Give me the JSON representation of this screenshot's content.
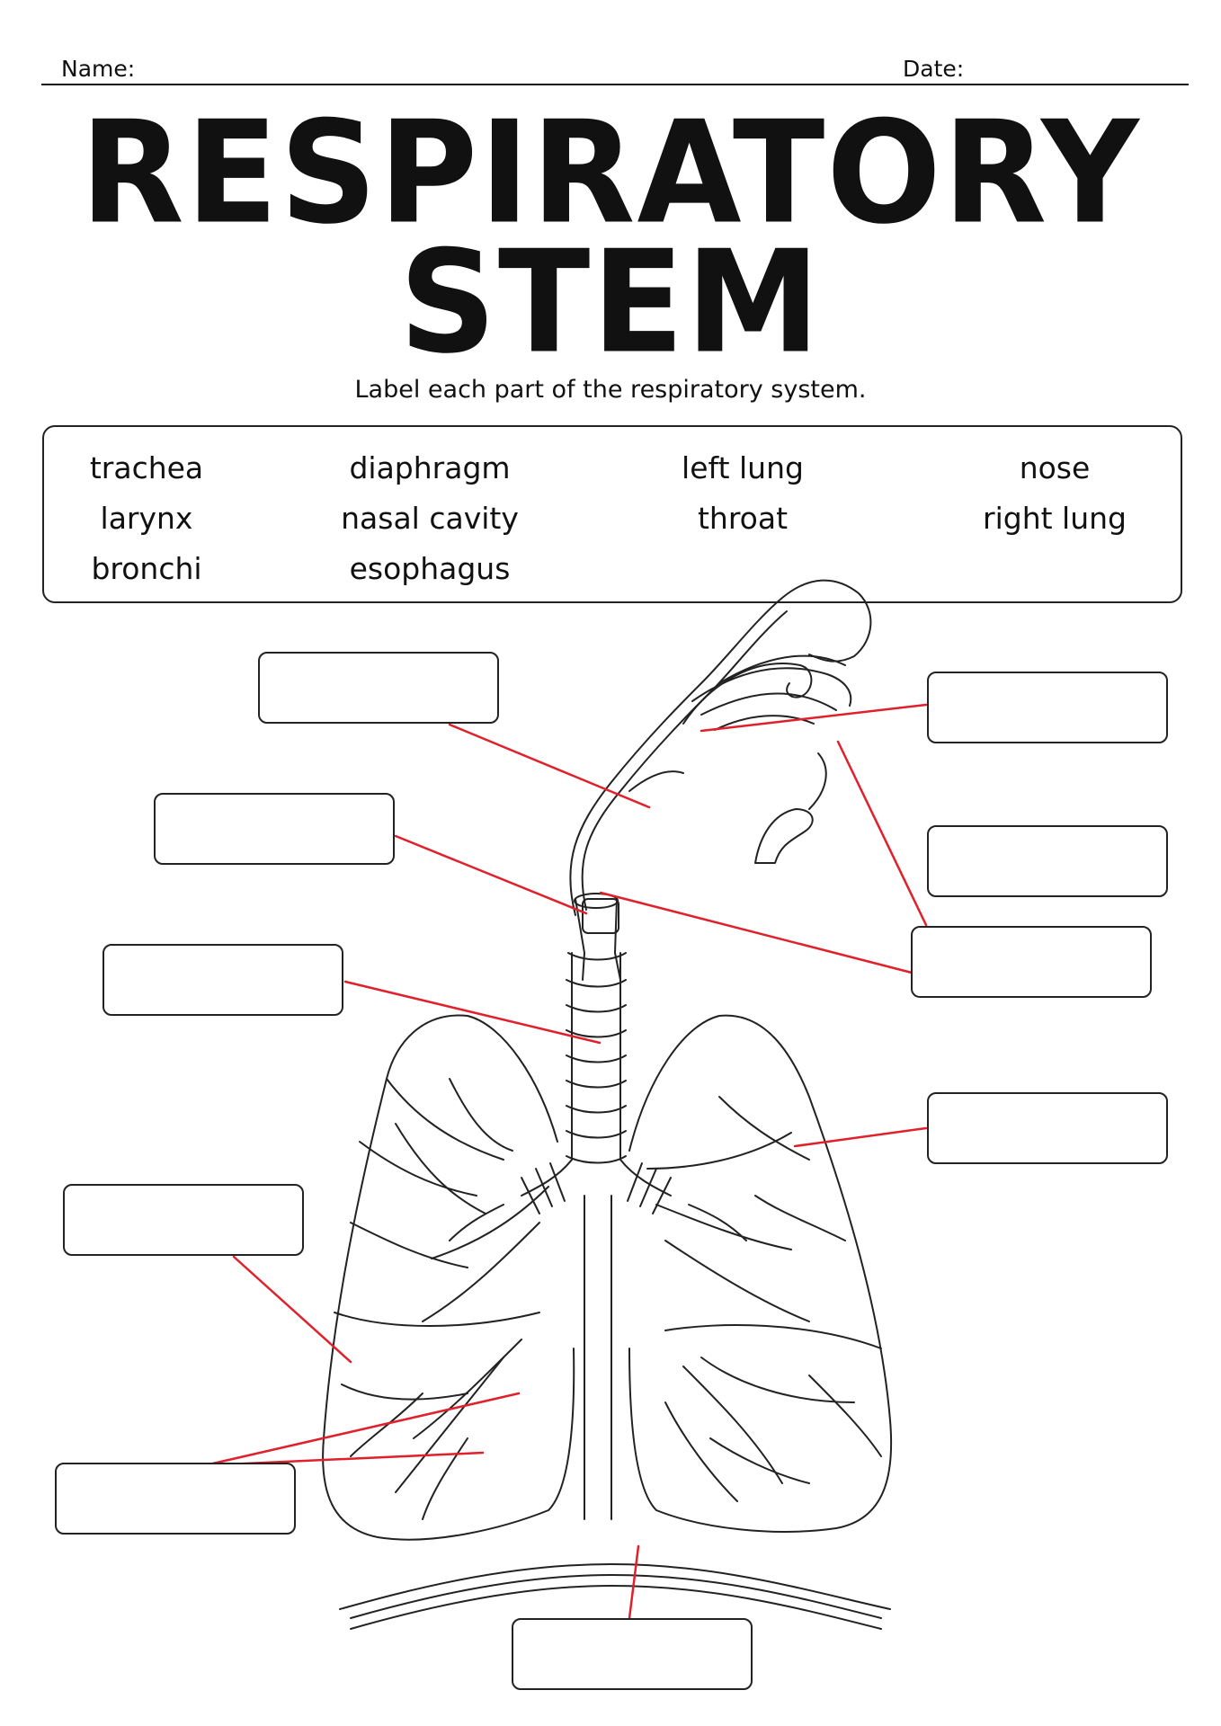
{
  "header": {
    "name_label": "Name:",
    "date_label": "Date:"
  },
  "title": {
    "line1": "RESPIRATORY",
    "line2": "STEM"
  },
  "instructions": "Label each part of the respiratory system.",
  "word_bank": {
    "words": [
      "trachea",
      "diaphragm",
      "left lung",
      "nose",
      "larynx",
      "nasal cavity",
      "throat",
      "right lung",
      "bronchi",
      "esophagus"
    ]
  },
  "colors": {
    "pointer_line": "#e0202a",
    "outline": "#222222"
  },
  "label_boxes": [
    {
      "answer": ""
    },
    {
      "answer": ""
    },
    {
      "answer": ""
    },
    {
      "answer": ""
    },
    {
      "answer": ""
    },
    {
      "answer": ""
    },
    {
      "answer": ""
    },
    {
      "answer": ""
    },
    {
      "answer": ""
    },
    {
      "answer": ""
    }
  ]
}
